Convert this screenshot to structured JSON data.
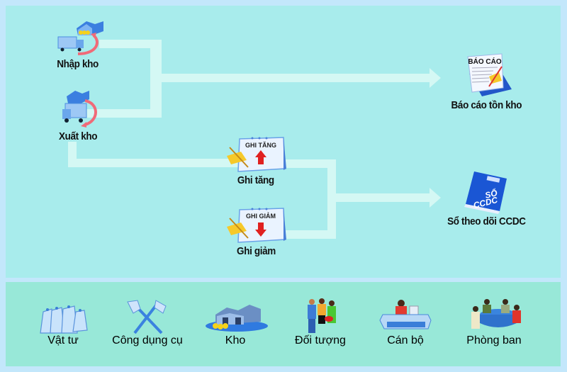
{
  "diagram": {
    "title": "",
    "colors": {
      "frame": "#c3e7fb",
      "top_panel": "#a8ecec",
      "bottom_panel": "#98e8d8",
      "connector": "#d4f8f4",
      "arrow_up": "#e02020",
      "arrow_down": "#e02020",
      "icon_blue": "#2a6fd8"
    },
    "nodes": {
      "nhap_kho": {
        "label": "Nhập kho",
        "icon": "warehouse-truck-inbound-icon"
      },
      "xuat_kho": {
        "label": "Xuất kho",
        "icon": "warehouse-truck-outbound-icon"
      },
      "ghi_tang": {
        "label": "Ghi tăng",
        "icon": "record-increase-icon",
        "doc_title": "GHI TĂNG"
      },
      "ghi_giam": {
        "label": "Ghi giảm",
        "icon": "record-decrease-icon",
        "doc_title": "GHI GIẢM"
      },
      "bao_cao": {
        "label": "Báo cáo tồn kho",
        "icon": "report-document-icon",
        "doc_title": "BÁO CÁO"
      },
      "so_ccdc": {
        "label": "Sổ theo dõi CCDC",
        "icon": "ccdc-ledger-book-icon",
        "book_title_line1": "SỔ",
        "book_title_line2": "CCDC"
      }
    },
    "edges": [
      {
        "from": "nhap_kho",
        "to": "bao_cao"
      },
      {
        "from": "xuat_kho",
        "to": "bao_cao"
      },
      {
        "from": "xuat_kho",
        "to": "ghi_tang"
      },
      {
        "from": "ghi_tang",
        "to": "so_ccdc"
      },
      {
        "from": "ghi_giam",
        "to": "so_ccdc"
      }
    ]
  },
  "catalog": {
    "items": [
      {
        "label": "Vật tư",
        "icon": "supply-bags-icon"
      },
      {
        "label": "Công dụng cụ",
        "icon": "shovel-axe-tools-icon"
      },
      {
        "label": "Kho",
        "icon": "warehouse-icon"
      },
      {
        "label": "Đối tượng",
        "icon": "people-group-icon"
      },
      {
        "label": "Cán bộ",
        "icon": "staff-desk-icon"
      },
      {
        "label": "Phòng ban",
        "icon": "department-meeting-icon"
      }
    ]
  }
}
